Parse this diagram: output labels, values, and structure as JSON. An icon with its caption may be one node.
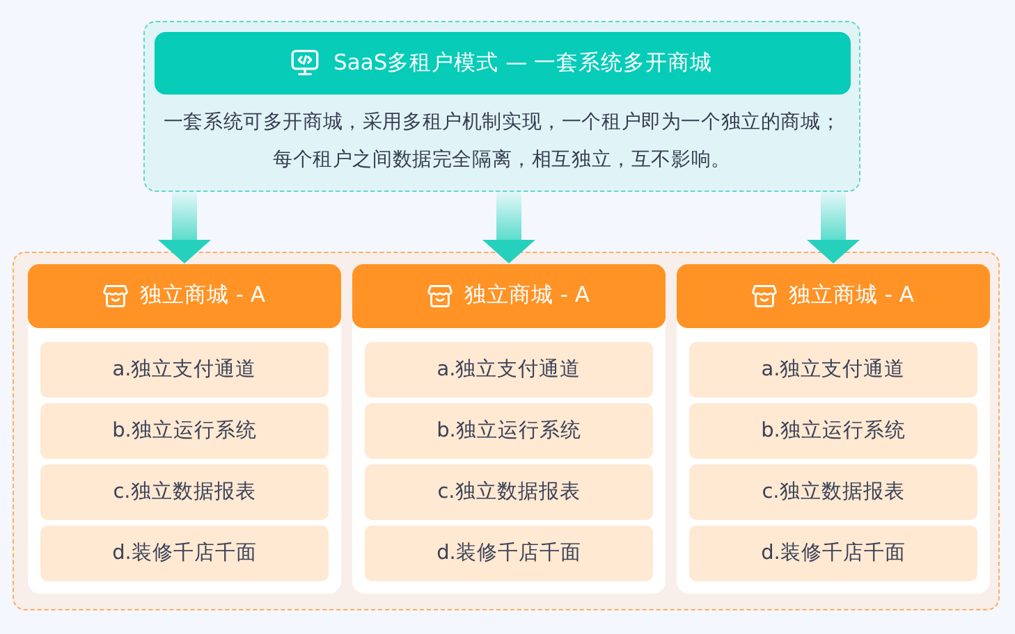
{
  "diagram": {
    "nodes": [
      {
        "text": [
          "SaaS多租户模式 — 一套系统多开商城",
          "一套系统可多开商城，采用多租户机制实现，一个租户即为一个独立的商城；每个租户之间数据完全隔离，相互独立，互不影响。"
        ]
      },
      {
        "text": [],
        "shape": "box"
      },
      {
        "text": [
          "独立商城 - A"
        ],
        "in": 1
      },
      {
        "text": [
          "a.独立支付通道"
        ],
        "in": 2
      },
      {
        "text": [
          "b.独立运行系统"
        ],
        "in": 2
      },
      {
        "text": [
          "c.独立数据报表"
        ],
        "in": 2
      },
      {
        "text": [
          "d.装修千店千面"
        ],
        "in": 2
      },
      {
        "text": [
          "独立商城 - A"
        ],
        "in": 1
      },
      {
        "text": [
          "a.独立支付通道"
        ],
        "in": 7
      },
      {
        "text": [
          "b.独立运行系统"
        ],
        "in": 7
      },
      {
        "text": [
          "c.独立数据报表"
        ],
        "in": 7
      },
      {
        "text": [
          "d.装修千店千面"
        ],
        "in": 7
      },
      {
        "text": [
          "独立商城 - A"
        ],
        "in": 1
      },
      {
        "text": [
          "a.独立支付通道"
        ],
        "in": 12
      },
      {
        "text": [
          "b.独立运行系统"
        ],
        "in": 12
      },
      {
        "text": [
          "c.独立数据报表"
        ],
        "in": 12
      },
      {
        "text": [
          "d.装修千店千面"
        ],
        "in": 12
      }
    ],
    "edges": [
      {
        "from": 0,
        "to": 2,
        "arrow": "to"
      },
      {
        "from": 0,
        "to": 7,
        "arrow": "to"
      },
      {
        "from": 0,
        "to": 12,
        "arrow": "to"
      }
    ]
  }
}
